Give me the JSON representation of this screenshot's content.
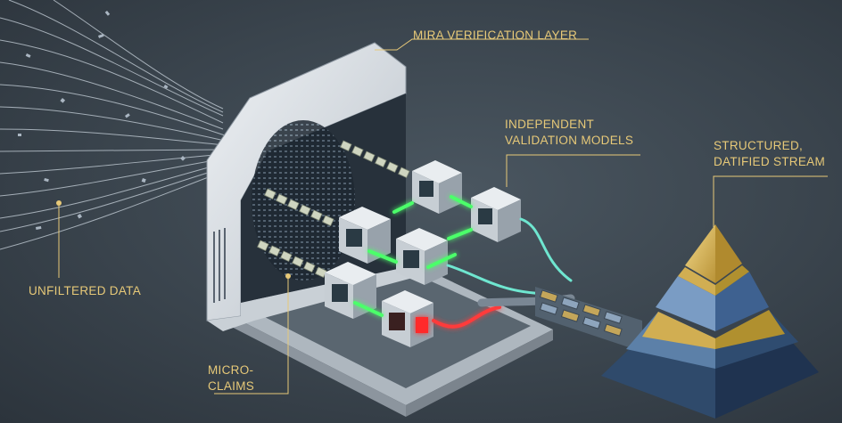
{
  "labels": {
    "mira_verification_layer": "MIRA VERIFICATION LAYER",
    "independent_validation_models": [
      "INDEPENDENT",
      "VALIDATION MODELS"
    ],
    "structured_datified_stream": [
      "STRUCTURED,",
      "DATIFIED STREAM"
    ],
    "unfiltered_data": "UNFILTERED DATA",
    "micro_claims": [
      "MICRO-",
      "CLAIMS"
    ]
  },
  "colors": {
    "background": "#3a444d",
    "label_gold": "#e7c978",
    "valid_green": "#4cff6a",
    "invalid_red": "#ff2a2a",
    "frame_white": "#d9dee3",
    "pyramid_blue": "#3b5f86",
    "pyramid_gold": "#d1ae52"
  },
  "validators": [
    {
      "status": "valid"
    },
    {
      "status": "valid"
    },
    {
      "status": "valid"
    },
    {
      "status": "valid"
    },
    {
      "status": "valid"
    },
    {
      "status": "invalid"
    }
  ]
}
